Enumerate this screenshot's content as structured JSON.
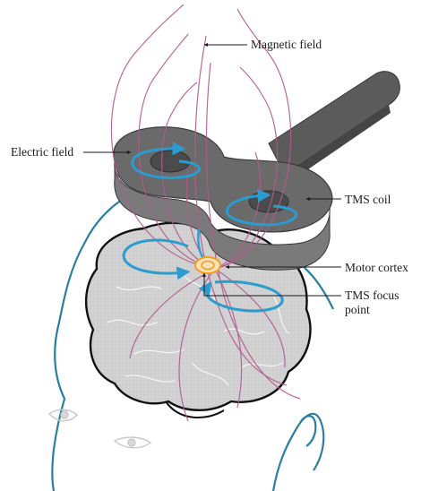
{
  "labels": {
    "magnetic_field": "Magnetic field",
    "electric_field": "Electric field",
    "tms_coil": "TMS coil",
    "motor_cortex": "Motor cortex",
    "tms_focus_point": "TMS focus point"
  },
  "colors": {
    "head_outline": "#2a7fa0",
    "magnetic_field": "#b45a8c",
    "electric_field": "#2a9ccf",
    "brain_fill": "#cfcfcf",
    "brain_outline": "#111111",
    "coil_dark": "#5b5b5b",
    "coil_mid": "#7a7a7a",
    "coil_light": "#9a9a9a",
    "focus": "#f0a020",
    "leader_line": "#1b1b1b"
  },
  "icons": [
    "arrow-icon"
  ]
}
